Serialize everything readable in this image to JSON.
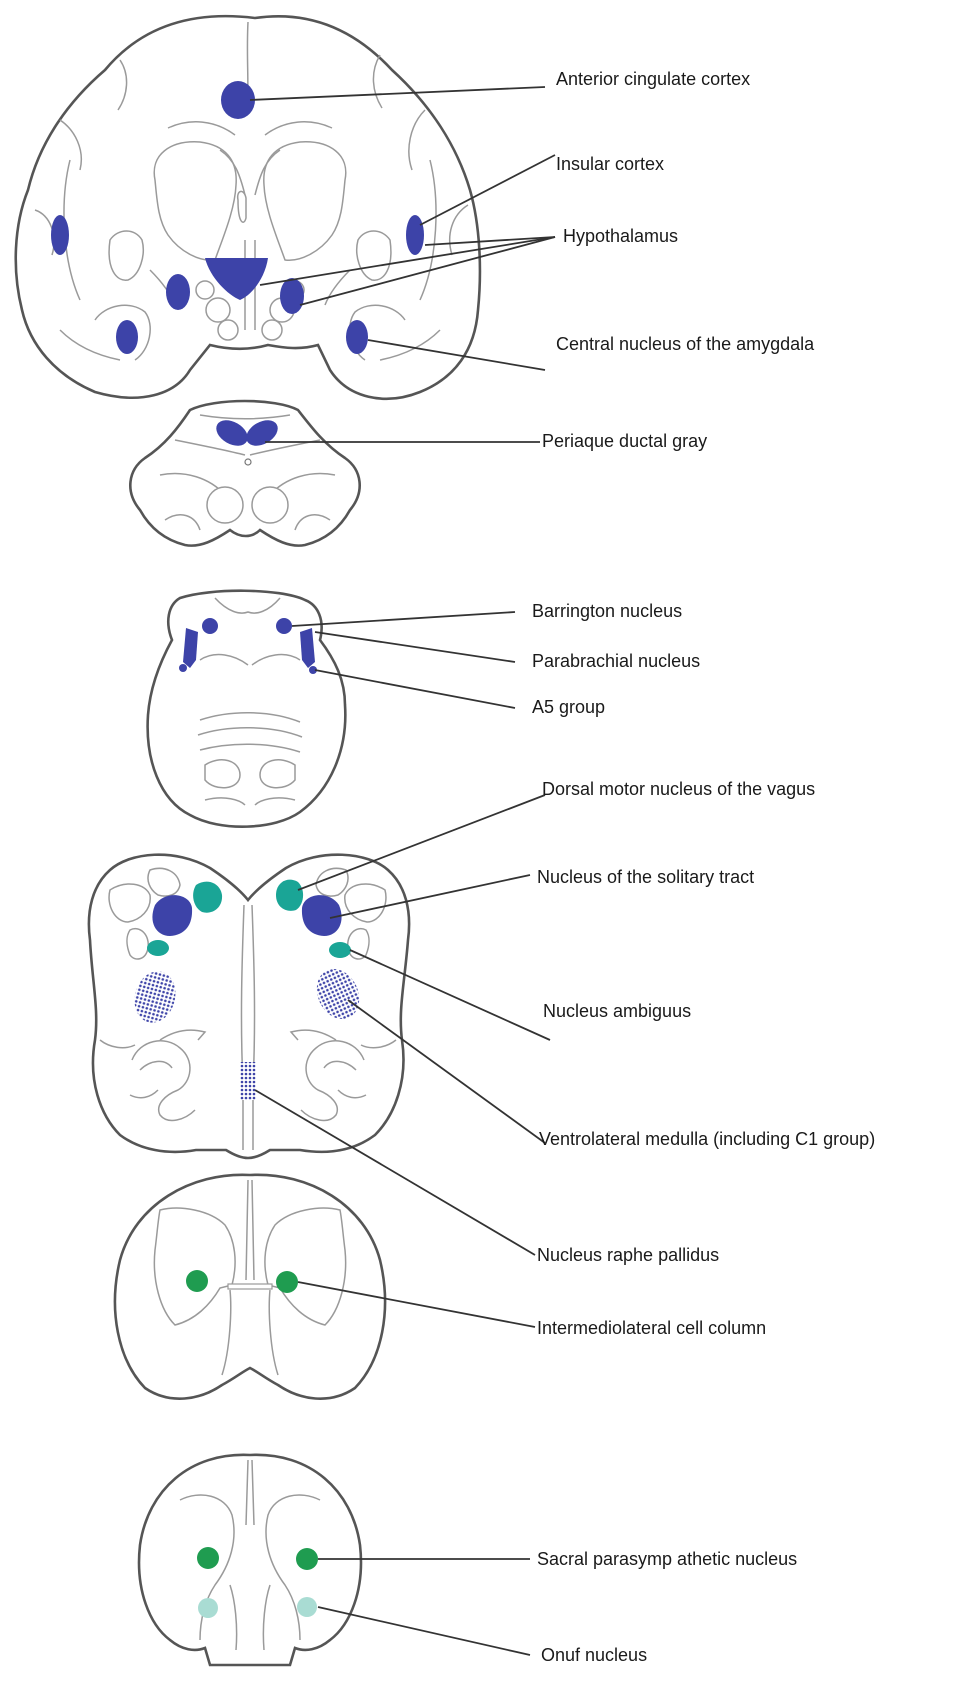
{
  "colors": {
    "sympathetic_blue": "#3d43a8",
    "vagal_teal": "#1aa596",
    "spinal_green": "#1f9c50",
    "onuf_pale": "#a9dcd3",
    "outline": "#555555",
    "leader": "#333333"
  },
  "labels": {
    "anterior_cingulate": "Anterior cingulate cortex",
    "insular": "Insular cortex",
    "hypothalamus": "Hypothalamus",
    "amygdala": "Central nucleus of the amygdala",
    "pag": "Periaque ductal gray",
    "barrington": "Barrington nucleus",
    "parabrachial": "Parabrachial nucleus",
    "a5": "A5 group",
    "dmnv": "Dorsal motor nucleus of the vagus",
    "nts": "Nucleus of the solitary tract",
    "ambiguus": "Nucleus ambiguus",
    "vlm": "Ventrolateral medulla (including C1 group)",
    "raphe": "Nucleus raphe pallidus",
    "iml": "Intermediolateral cell column",
    "sacral": "Sacral parasymp athetic nucleus",
    "onuf": "Onuf nucleus"
  }
}
